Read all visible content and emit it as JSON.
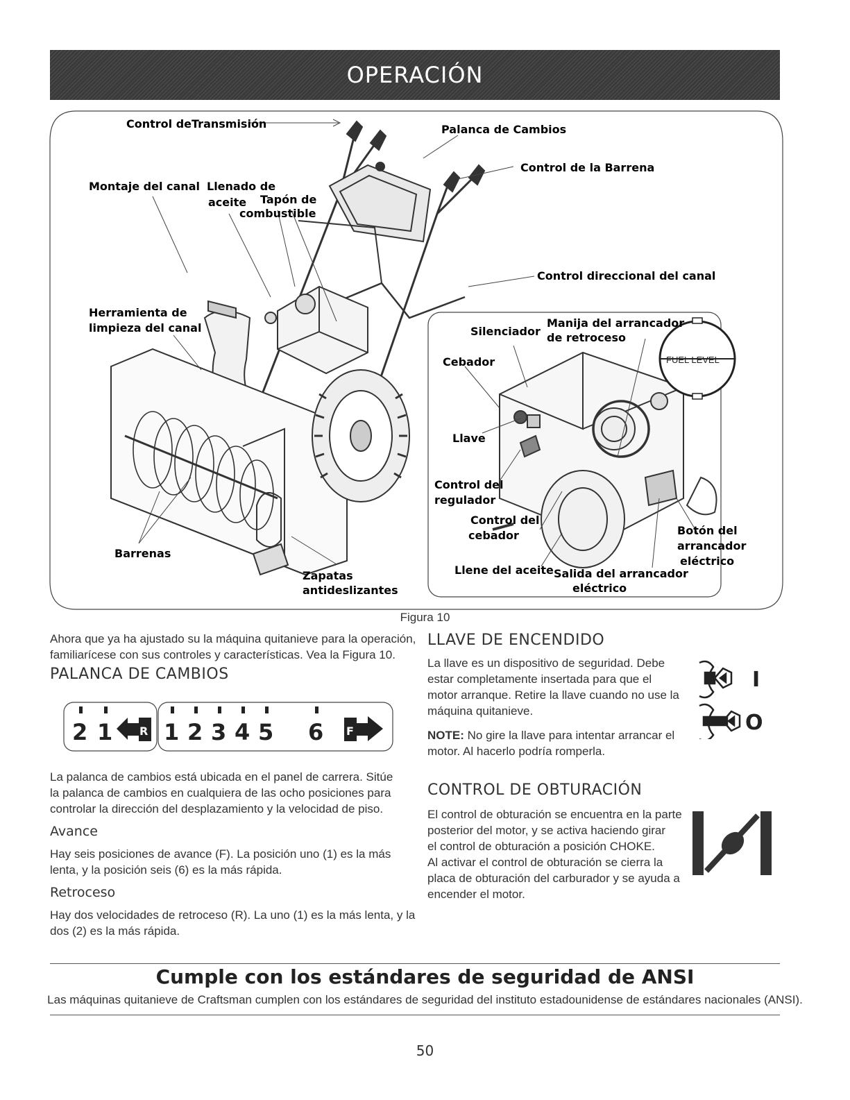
{
  "header": {
    "title": "OPERACIÓN"
  },
  "figure": {
    "labels": {
      "transmision": "Control deTransmisión",
      "palanca": "Palanca de Cambios",
      "barrena": "Control de la Barrena",
      "tapon_1": "Tapón de",
      "tapon_2": "combustible",
      "montaje": "Montaje del canal",
      "llenado_1": "Llenado de",
      "llenado_2": "aceite",
      "direccional": "Control direccional del canal",
      "herramienta_1": "Herramienta de",
      "herramienta_2": "limpieza del canal",
      "barrenas": "Barrenas",
      "zapatas_1": "Zapatas",
      "zapatas_2": "antideslizantes",
      "silenciador": "Silenciador",
      "manija_1": "Manija del arrancador",
      "manija_2": "de retroceso",
      "fuel_level": "FUEL LEVEL",
      "cebador": "Cebador",
      "llave": "Llave",
      "regulador_1": "Control del",
      "regulador_2": "regulador",
      "ctrl_cebador_1": "Control del",
      "ctrl_cebador_2": "cebador",
      "boton_1": "Botón del",
      "boton_2": "arrancador",
      "boton_3": "eléctrico",
      "llene": "Llene del aceite",
      "salida_1": "Salida del arrancador",
      "salida_2": "eléctrico"
    },
    "caption": "Figura 10"
  },
  "intro": {
    "line1": "Ahora que ya ha ajustado su la máquina quitanieve para la operación,",
    "line2": "familiarícese con sus controles y características. Vea la Figura 10."
  },
  "palanca": {
    "heading": "PALANCA DE CAMBIOS",
    "reverse_gears": [
      "2",
      "1"
    ],
    "reverse_icon": "R",
    "forward_gears": [
      "1",
      "2",
      "3",
      "4",
      "5",
      "6"
    ],
    "forward_icon": "F",
    "p1": "La palanca de cambios está ubicada en el panel de carrera. Sitúe",
    "p2": "la palanca de cambios en cualquiera de las ocho posiciones para",
    "p3": "controlar la dirección del desplazamiento y la velocidad de piso."
  },
  "avance": {
    "heading": "Avance",
    "p1": "Hay seis posiciones de avance (F). La posición uno (1) es la más",
    "p2": "lenta, y la posición seis (6) es la más rápida."
  },
  "retroceso": {
    "heading": "Retroceso",
    "p1": "Hay dos velocidades de retroceso (R). La uno (1) es la más lenta, y la",
    "p2": "dos (2) es la más rápida."
  },
  "llave": {
    "heading": "LLAVE DE ENCENDIDO",
    "p1": "La llave es un dispositivo de seguridad. Debe",
    "p2": "estar completamente insertada para que el",
    "p3": "motor arranque. Retire la llave cuando no use la",
    "p4": "máquina quitanieve.",
    "note_label": "NOTE:",
    "note1": " No gire la llave para intentar arrancar el",
    "note2": "motor. Al hacerlo podría romperla.",
    "on_symbol": "I",
    "off_symbol": "O"
  },
  "obturacion": {
    "heading": "CONTROL DE OBTURACIÓN",
    "p1": "El control de obturación se encuentra en la parte",
    "p2": "posterior del motor, y se activa haciendo girar",
    "p3": "el control de obturación a posición CHOKE.",
    "p4": "Al activar el control de obturación se cierra la",
    "p5": "placa de obturación del carburador y se ayuda a",
    "p6": "encender el motor."
  },
  "ansi": {
    "title": "Cumple con los estándares de seguridad de ANSI",
    "text": "Las máquinas quitanieve de Craftsman cumplen con los estándares de seguridad del instituto estadounidense de estándares nacionales (ANSI)."
  },
  "page_number": "50"
}
